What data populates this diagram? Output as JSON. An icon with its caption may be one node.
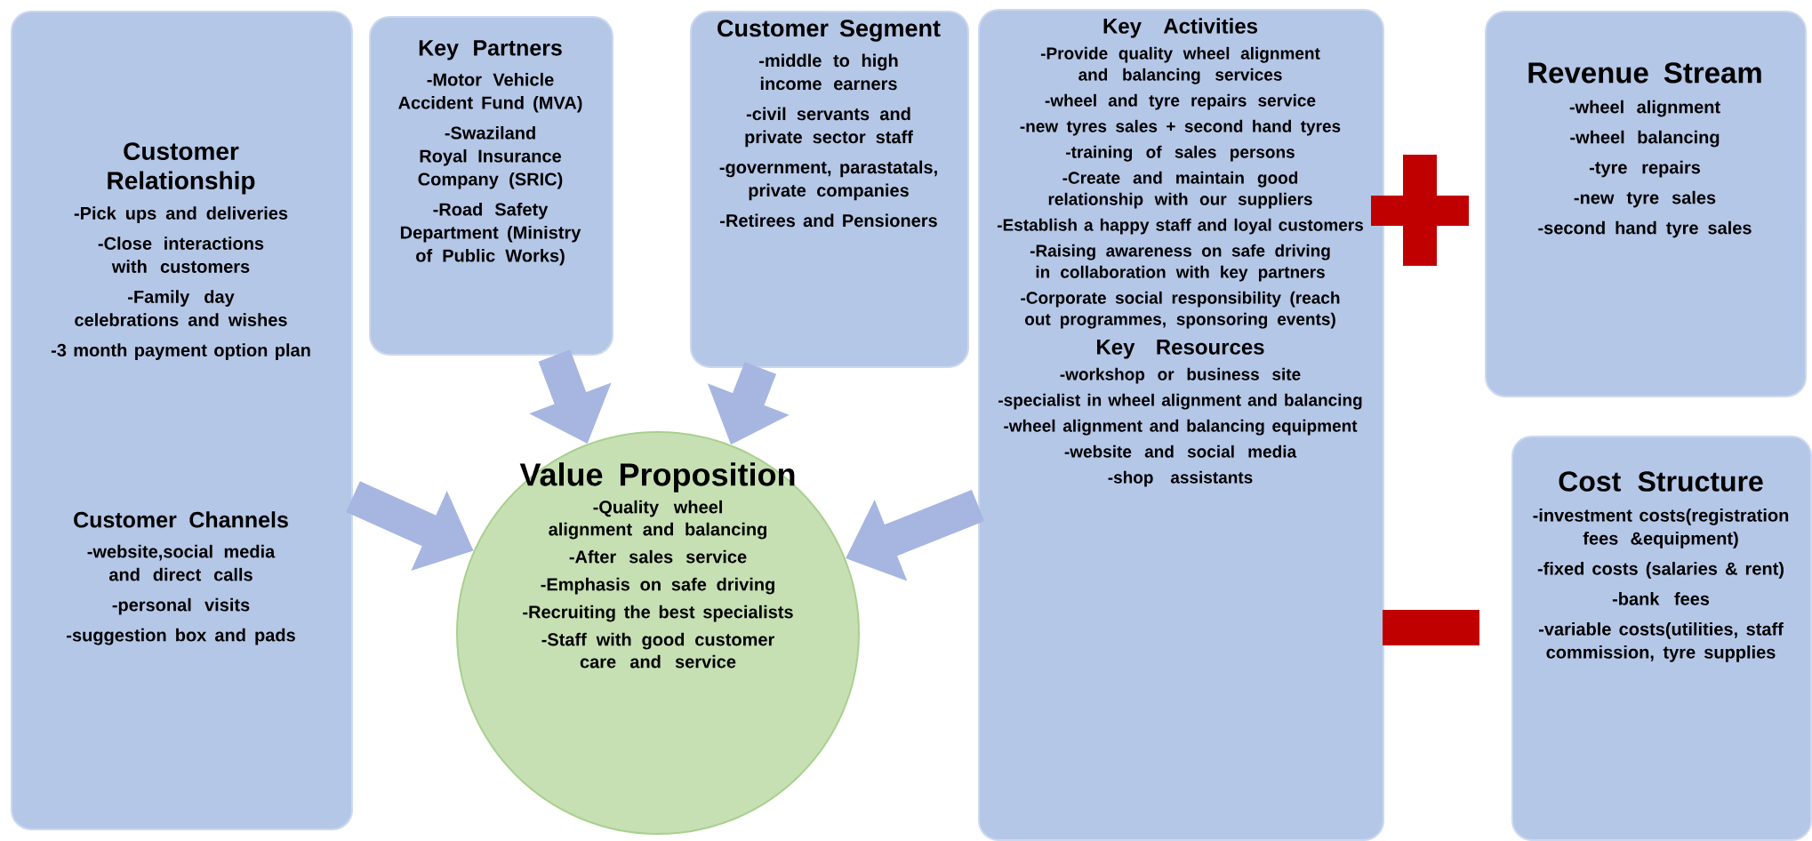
{
  "diagram": {
    "nodes": [
      {
        "text": [
          "Customer Relationship",
          "-Pick ups and deliveries",
          "-Close interactions with customers",
          "-Family day celebrations and wishes",
          "-3 month payment option plan",
          "Customer Channels",
          "-website,social media and direct calls",
          "-personal visits",
          "-suggestion box and pads"
        ]
      },
      {
        "text": [
          "Key Partners",
          "-Motor Vehicle Accident Fund (MVA)",
          "-Swaziland Royal Insurance Company (SRIC)",
          "-Road Safety Department (Ministry of Public Works)"
        ]
      },
      {
        "text": [
          "Customer Segment",
          "-middle to high income earners",
          "-civil servants and private sector staff",
          "-government, parastatals, private companies",
          "-Retirees and Pensioners"
        ]
      },
      {
        "text": [
          "Key Activities",
          "-Provide quality wheel alignment and balancing services",
          "-wheel and tyre repairs service",
          "-new tyres sales + second hand tyres",
          "-training of sales persons",
          "-Create and maintain good relationship with our suppliers",
          "-Establish a happy staff and loyal customers",
          "-Raising awareness on safe driving in collaboration with key partners",
          "-Corporate social responsibility (reach out programmes, sponsoring events)",
          "Key Resources",
          "-workshop or business site",
          "-specialist in wheel alignment and balancing",
          "-wheel alignment and balancing equipment",
          "-website and social media",
          "-shop assistants"
        ]
      },
      {
        "text": [
          "Revenue Stream",
          "-wheel alignment",
          "-wheel balancing",
          "-tyre repairs",
          "-new tyre sales",
          "-second hand tyre sales"
        ]
      },
      {
        "text": [
          "Cost Structure",
          "-investment costs(registration fees &equipment)",
          "-fixed costs (salaries & rent)",
          "-bank fees",
          "-variable costs(utilities, staff commission, tyre supplies"
        ]
      },
      {
        "text": [
          "Value Proposition",
          "-Quality wheel alignment and balancing",
          "-After sales service",
          "-Emphasis on safe driving",
          "-Recruiting the best specialists",
          "-Staff with good customer care and service"
        ]
      },
      {
        "text": [],
        "shape": "plus"
      },
      {
        "text": [],
        "shape": "minus"
      }
    ],
    "edges": [
      {
        "from": 0,
        "to": 6,
        "arrow": "to"
      },
      {
        "from": 1,
        "to": 6,
        "arrow": "to"
      },
      {
        "from": 2,
        "to": 6,
        "arrow": "to"
      },
      {
        "from": 3,
        "to": 6,
        "arrow": "to"
      }
    ]
  }
}
